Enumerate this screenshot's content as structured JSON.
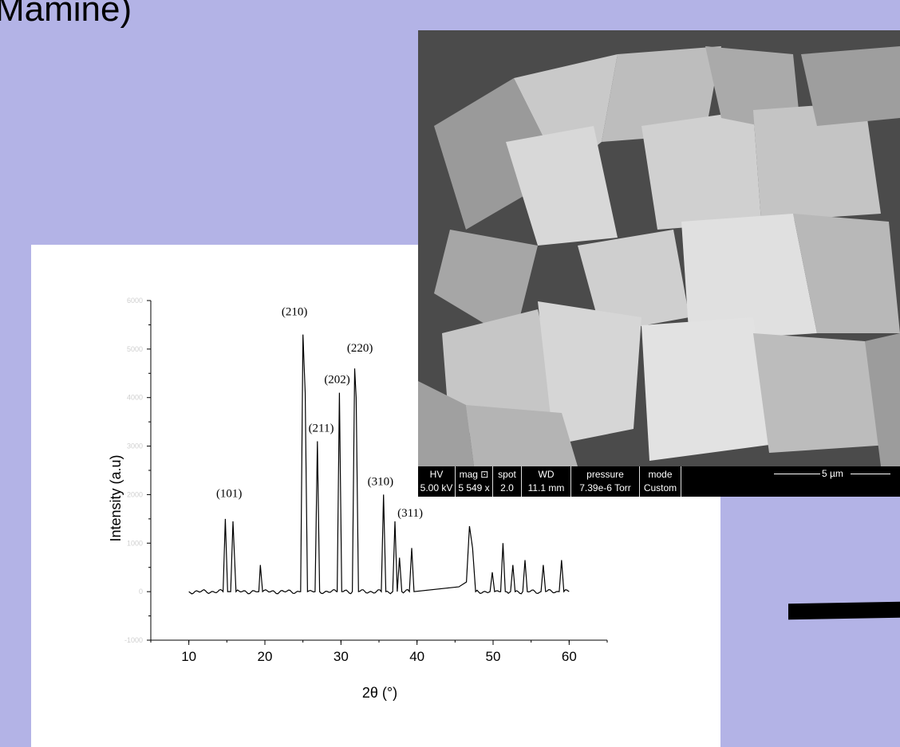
{
  "slide": {
    "title": "Mamine)"
  },
  "sem": {
    "info": [
      {
        "label": "HV",
        "value": "5.00 kV"
      },
      {
        "label": "mag ⊡",
        "value": "5 549 x"
      },
      {
        "label": "spot",
        "value": "2.0"
      },
      {
        "label": "WD",
        "value": "11.1 mm"
      },
      {
        "label": "pressure",
        "value": "7.39e-6 Torr"
      },
      {
        "label": "mode",
        "value": "Custom"
      }
    ],
    "scalebar": "5 µm"
  },
  "chart_data": {
    "type": "line",
    "xlabel": "2θ (°)",
    "ylabel": "Intensity (a.u)",
    "xlim": [
      5,
      65
    ],
    "ylim": [
      -1000,
      6000
    ],
    "xticks": [
      "10",
      "20",
      "30",
      "40",
      "50",
      "60"
    ],
    "yticks": [
      "-1000",
      "0",
      "1000",
      "2000",
      "3000",
      "4000",
      "5000",
      "6000"
    ],
    "series": [
      {
        "x": [
          10,
          14.5,
          14.8,
          15.1,
          15.5,
          15.8,
          16.2,
          19.2,
          19.4,
          19.7,
          24.7,
          25.0,
          25.3,
          25.6,
          26.6,
          26.9,
          27.2,
          29.5,
          29.8,
          30.1,
          31.5,
          31.8,
          32.0,
          32.3,
          35.3,
          35.6,
          35.9,
          36.8,
          37.1,
          37.4,
          37.7,
          38.0,
          39.0,
          39.3,
          39.6,
          45.5,
          46.5,
          46.9,
          47.3,
          47.7,
          49.6,
          49.9,
          50.2,
          51.0,
          51.3,
          51.6,
          52.3,
          52.6,
          52.9,
          53.9,
          54.2,
          54.5,
          56.3,
          56.6,
          56.9,
          58.7,
          59.0,
          59.3,
          60
        ],
        "y": [
          0,
          0,
          1500,
          0,
          0,
          1450,
          0,
          0,
          550,
          0,
          0,
          5300,
          4100,
          0,
          0,
          3100,
          0,
          0,
          4100,
          0,
          0,
          4600,
          4000,
          0,
          0,
          2000,
          0,
          0,
          1450,
          0,
          700,
          0,
          0,
          900,
          0,
          100,
          200,
          1350,
          900,
          0,
          0,
          400,
          0,
          0,
          1000,
          0,
          0,
          550,
          0,
          0,
          650,
          0,
          0,
          550,
          0,
          0,
          650,
          0,
          0
        ]
      }
    ],
    "annotations": [
      {
        "label": "(101)",
        "x": 15.3,
        "y": 1950
      },
      {
        "label": "(210)",
        "x": 23.9,
        "y": 5700
      },
      {
        "label": "(211)",
        "x": 27.4,
        "y": 3300
      },
      {
        "label": "(202)",
        "x": 29.5,
        "y": 4300
      },
      {
        "label": "(220)",
        "x": 32.5,
        "y": 4950
      },
      {
        "label": "(310)",
        "x": 35.2,
        "y": 2200
      },
      {
        "label": "(311)",
        "x": 39.1,
        "y": 1550
      }
    ]
  }
}
